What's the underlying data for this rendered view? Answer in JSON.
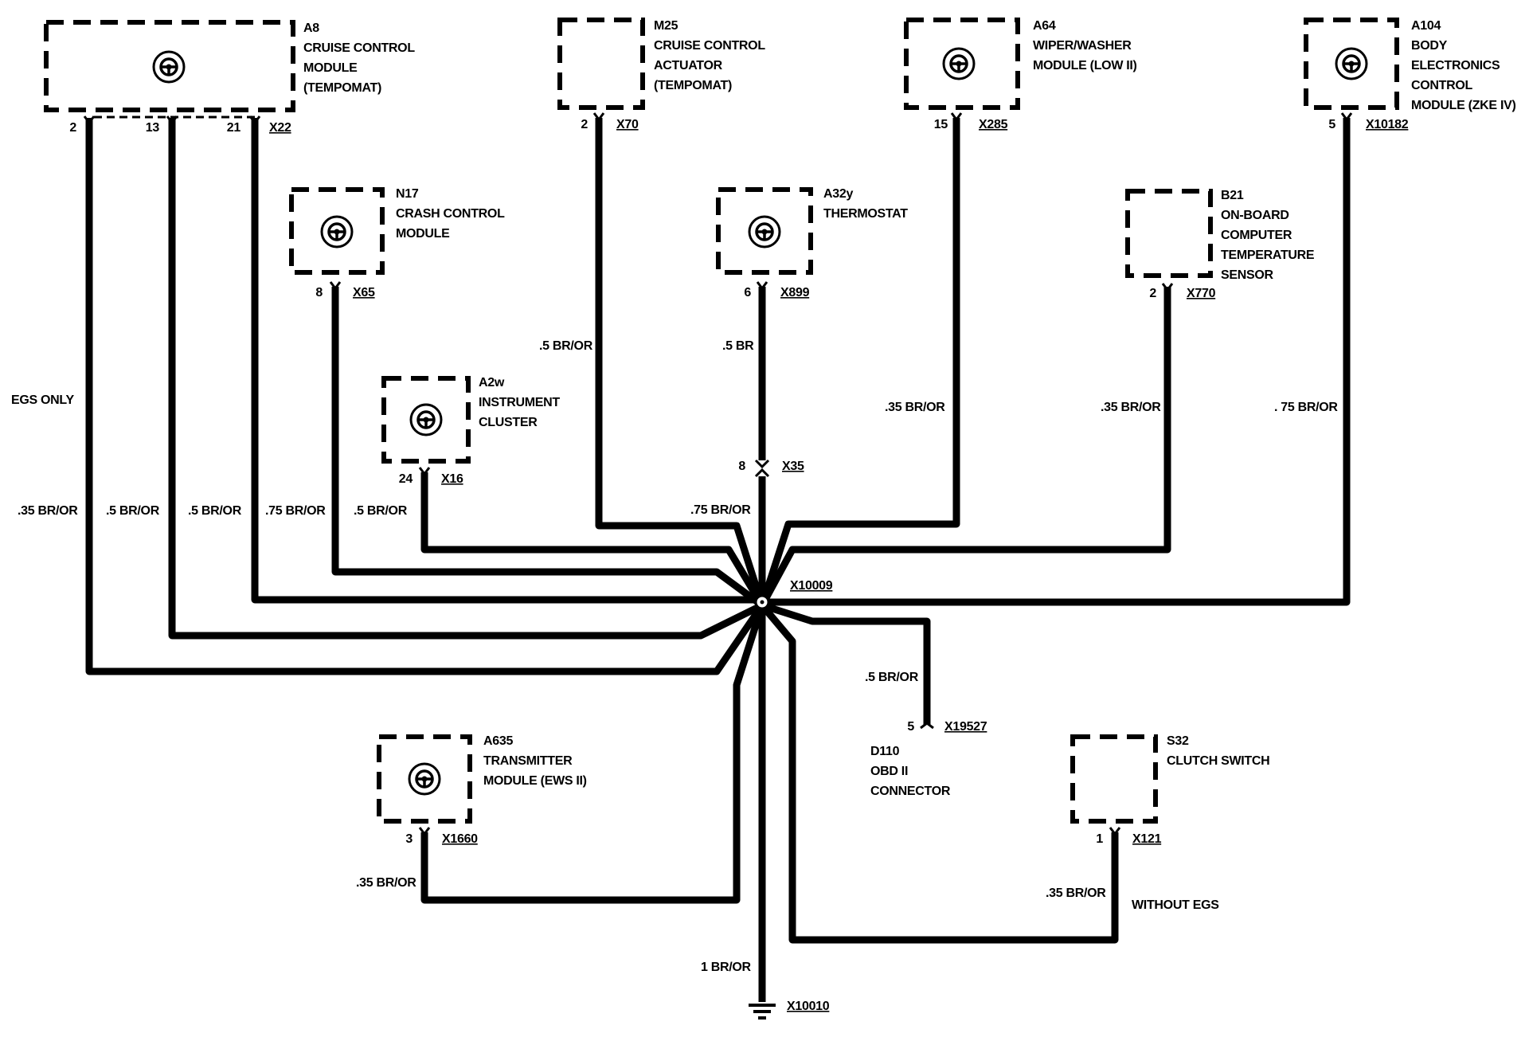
{
  "components": {
    "a8": {
      "id": "A8",
      "name": [
        "CRUISE CONTROL",
        "MODULE",
        "(TEMPOMAT)"
      ],
      "pins": [
        "2",
        "13",
        "21"
      ],
      "connector": "X22"
    },
    "m25": {
      "id": "M25",
      "name": [
        "CRUISE CONTROL",
        "ACTUATOR",
        "(TEMPOMAT)"
      ],
      "pin": "2",
      "connector": "X70"
    },
    "a64": {
      "id": "A64",
      "name": [
        "WIPER/WASHER",
        "MODULE (LOW II)"
      ],
      "pin": "15",
      "connector": "X285"
    },
    "a104": {
      "id": "A104",
      "name": [
        "BODY",
        "ELECTRONICS",
        "CONTROL",
        "MODULE (ZKE IV)"
      ],
      "pin": "5",
      "connector": "X10182"
    },
    "n17": {
      "id": "N17",
      "name": [
        "CRASH CONTROL",
        "MODULE"
      ],
      "pin": "8",
      "connector": "X65"
    },
    "a32y": {
      "id": "A32y",
      "name": [
        "THERMOSTAT"
      ],
      "pin": "6",
      "connector": "X899"
    },
    "b21": {
      "id": "B21",
      "name": [
        "ON-BOARD",
        "COMPUTER",
        "TEMPERATURE",
        "SENSOR"
      ],
      "pin": "2",
      "connector": "X770"
    },
    "a2w": {
      "id": "A2w",
      "name": [
        "INSTRUMENT",
        "CLUSTER"
      ],
      "pin": "24",
      "connector": "X16"
    },
    "a635": {
      "id": "A635",
      "name": [
        "TRANSMITTER",
        "MODULE (EWS II)"
      ],
      "pin": "3",
      "connector": "X1660"
    },
    "s32": {
      "id": "S32",
      "name": [
        "CLUTCH SWITCH"
      ],
      "pin": "1",
      "connector": "X121"
    },
    "d110": {
      "id": "D110",
      "name": [
        "OBD II",
        "CONNECTOR"
      ],
      "pin": "5",
      "connector": "X19527"
    }
  },
  "inline_connector": {
    "pin": "8",
    "id": "X35"
  },
  "splice": "X10009",
  "ground": "X10010",
  "notes": {
    "egs_only": "EGS ONLY",
    "without_egs": "WITHOUT EGS"
  },
  "wires": {
    "a8_pin2": ".35 BR/OR",
    "a8_pin13": ".5 BR/OR",
    "a8_pin21": ".5 BR/OR",
    "n17": ".75 BR/OR",
    "a2w": ".5 BR/OR",
    "m25": ".5 BR/OR",
    "a32y": ".5 BR",
    "x35": ".75 BR/OR",
    "a64": ".35 BR/OR",
    "b21": ".35 BR/OR",
    "a104": ". 75 BR/OR",
    "d110": ".5 BR/OR",
    "a635": ".35 BR/OR",
    "s32": ".35 BR/OR",
    "ground": "1 BR/OR"
  }
}
